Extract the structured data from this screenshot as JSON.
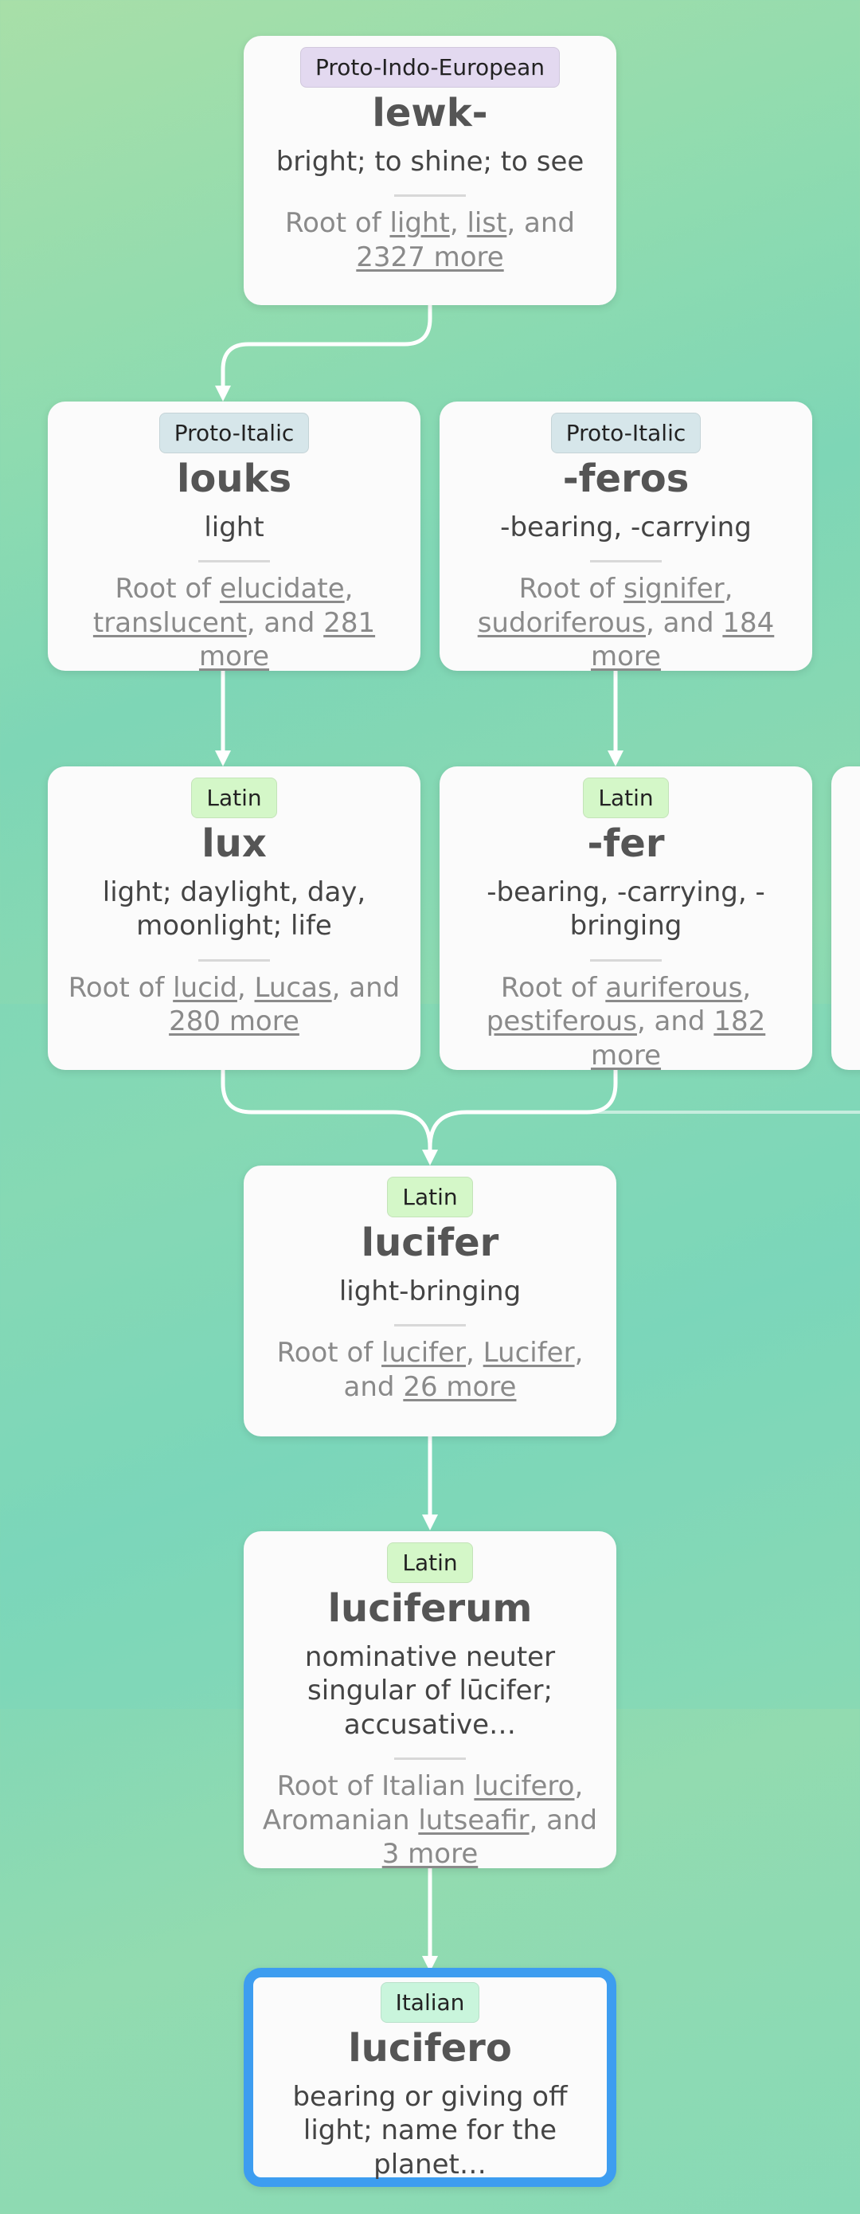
{
  "nodes": [
    {
      "id": "lewk",
      "language": "Proto-Indo-European",
      "language_color": "#e3d9f0",
      "word": "lewk-",
      "gloss": "bright; to shine; to see",
      "roots": {
        "prefix": "Root of ",
        "link1": "light",
        "sep1": ", ",
        "link2": "list",
        "sep2": ", and ",
        "more": "2327 more"
      }
    },
    {
      "id": "louks",
      "language": "Proto-Italic",
      "language_color": "#d6e6ea",
      "word": "louks",
      "gloss": "light",
      "roots": {
        "prefix": "Root of ",
        "link1": "elucidate",
        "sep1": ", ",
        "link2": "translucent",
        "sep2": ", and ",
        "more": "281 more"
      }
    },
    {
      "id": "feros",
      "language": "Proto-Italic",
      "language_color": "#d6e6ea",
      "word": "-feros",
      "gloss": "-bearing, -carrying",
      "roots": {
        "prefix": "Root of ",
        "link1": "signifer",
        "sep1": ", ",
        "link2": "sudoriferous",
        "sep2": ", and ",
        "more": "184 more"
      }
    },
    {
      "id": "lux",
      "language": "Latin",
      "language_color": "#d4f7c8",
      "word": "lux",
      "gloss": "light; daylight, day, moonlight; life",
      "roots": {
        "prefix": "Root of ",
        "link1": "lucid",
        "sep1": ", ",
        "link2": "Lucas",
        "sep2": ", and ",
        "more": "280 more"
      }
    },
    {
      "id": "fer",
      "language": "Latin",
      "language_color": "#d4f7c8",
      "word": "-fer",
      "gloss": "-bearing, -carrying, -bringing",
      "roots": {
        "prefix": "Root of ",
        "link1": "auriferous",
        "sep1": ", ",
        "link2": "pestiferous",
        "sep2": ", and ",
        "more": "182 more"
      }
    },
    {
      "id": "lucifer",
      "language": "Latin",
      "language_color": "#d4f7c8",
      "word": "lucifer",
      "gloss": "light-bringing",
      "roots": {
        "prefix": "Root of ",
        "link1": "lucifer",
        "sep1": ", ",
        "link2": "Lucifer",
        "sep2": ", and ",
        "more": "26 more"
      }
    },
    {
      "id": "luciferum",
      "language": "Latin",
      "language_color": "#d4f7c8",
      "word": "luciferum",
      "gloss": "nominative neuter singular of lūcifer; accusative…",
      "roots": {
        "prefix": "Root of Italian ",
        "link1": "lucifero",
        "sep1": ", Aromanian ",
        "link2": "lutseafir",
        "sep2": ", and ",
        "more": "3 more"
      }
    },
    {
      "id": "lucifero",
      "language": "Italian",
      "language_color": "#c9f5dc",
      "word": "lucifero",
      "gloss": "bearing or giving off light; name for the planet…",
      "selected": true
    }
  ],
  "edge_color": "#ffffff"
}
